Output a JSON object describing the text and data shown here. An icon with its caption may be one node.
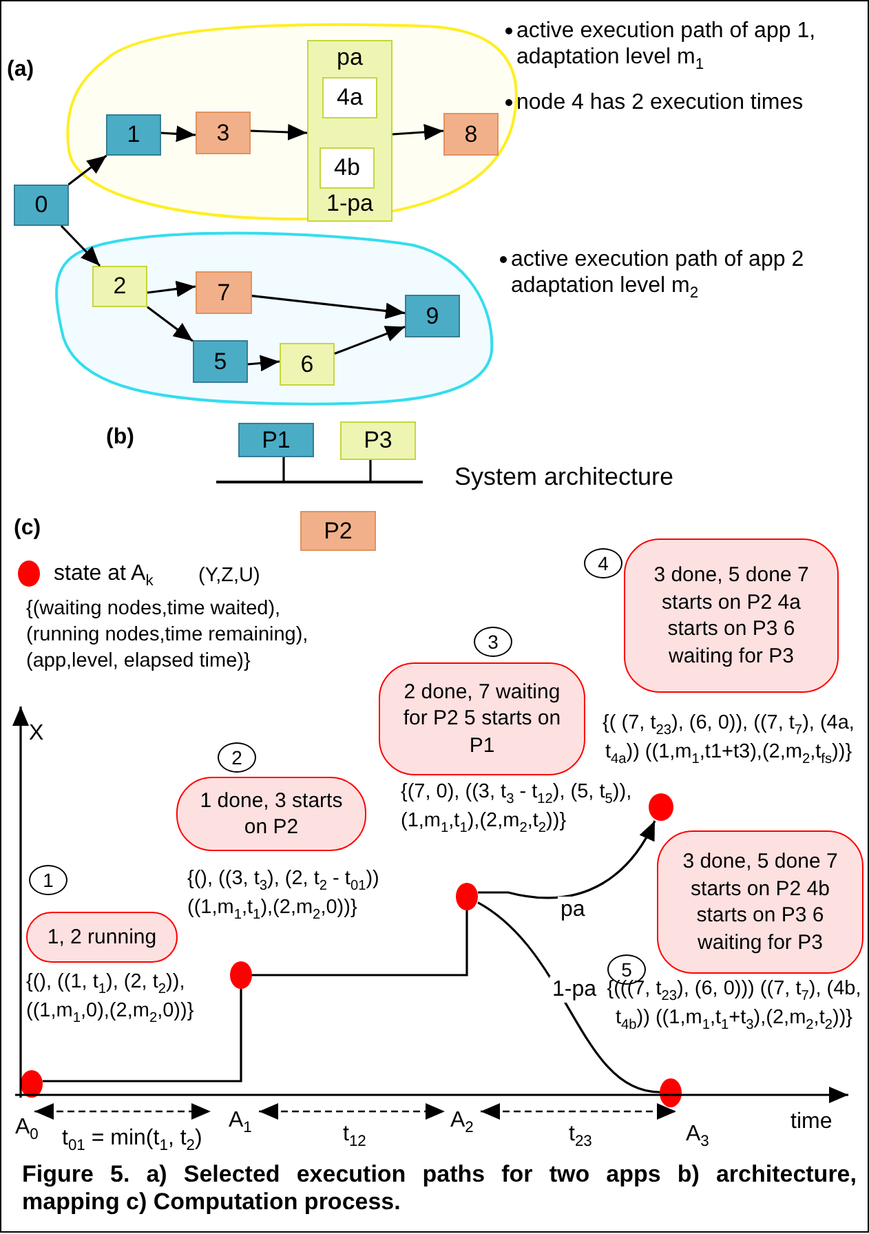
{
  "diagram": {
    "caption": "Figure 5. a) Selected execution paths for two apps b) architecture, mapping c) Computation process.",
    "nodes": [
      {
        "text": [
          "0"
        ]
      },
      {
        "text": [],
        "shape": "cloud"
      },
      {
        "text": [
          "1"
        ],
        "in": 1
      },
      {
        "text": [
          "3"
        ],
        "in": 1
      },
      {
        "text": [
          "pa",
          "1-pa"
        ],
        "in": 1
      },
      {
        "text": [
          "4a"
        ],
        "in": 4
      },
      {
        "text": [
          "4b"
        ],
        "in": 4
      },
      {
        "text": [
          "8"
        ],
        "in": 1
      },
      {
        "text": [],
        "shape": "cloud"
      },
      {
        "text": [
          "2"
        ],
        "in": 8
      },
      {
        "text": [
          "7"
        ],
        "in": 8
      },
      {
        "text": [
          "5"
        ],
        "in": 8
      },
      {
        "text": [
          "6"
        ],
        "in": 8
      },
      {
        "text": [
          "9"
        ],
        "in": 8
      },
      {
        "text": [
          "P1"
        ]
      },
      {
        "text": [
          "P3"
        ]
      },
      {
        "text": [],
        "shape": "bar"
      },
      {
        "text": [
          "P2"
        ]
      },
      {
        "text": [
          "1, 2 running"
        ],
        "beside": [
          "1"
        ]
      },
      {
        "text": [
          "1 done, 3 starts on P2"
        ],
        "beside": [
          "2"
        ]
      },
      {
        "text": [
          "2 done, 7 waiting for P2 5 starts on P1"
        ],
        "beside": [
          "3"
        ]
      },
      {
        "text": [
          "3 done, 5 done 7 starts on P2 4a starts on P3 6 waiting for P3"
        ],
        "beside": [
          "4"
        ]
      },
      {
        "text": [
          "3 done, 5 done 7 starts on P2 4b starts on P3 6 waiting for P3"
        ],
        "beside": [
          "5"
        ]
      },
      {
        "text": [],
        "shape": "circle"
      },
      {
        "text": [],
        "shape": "circle"
      },
      {
        "text": [],
        "shape": "circle"
      },
      {
        "text": [],
        "shape": "circle"
      },
      {
        "text": [],
        "shape": "circle"
      }
    ],
    "edges": [
      {
        "from": 0,
        "to": 2,
        "arrow": "to"
      },
      {
        "from": 2,
        "to": 3,
        "arrow": "to"
      },
      {
        "from": 3,
        "to": 4,
        "arrow": "to"
      },
      {
        "from": 4,
        "to": 7,
        "arrow": "to"
      },
      {
        "from": 0,
        "to": 9,
        "arrow": "to"
      },
      {
        "from": 9,
        "to": 10,
        "arrow": "to"
      },
      {
        "from": 9,
        "to": 11,
        "arrow": "to"
      },
      {
        "from": 11,
        "to": 12,
        "arrow": "to"
      },
      {
        "from": 10,
        "to": 13,
        "arrow": "to"
      },
      {
        "from": 12,
        "to": 13,
        "arrow": "to"
      },
      {
        "from": 14,
        "to": 16,
        "arrow": "none"
      },
      {
        "from": 15,
        "to": 16,
        "arrow": "none"
      },
      {
        "from": 23,
        "to": 24,
        "arrow": "none"
      },
      {
        "from": 24,
        "to": 25,
        "arrow": "none"
      },
      {
        "from": 25,
        "to": 26,
        "arrow": "to",
        "label": "pa"
      },
      {
        "from": 25,
        "to": 27,
        "arrow": "none",
        "label": "1-pa"
      }
    ],
    "labels": [
      "(a)",
      "active execution path of app 1, adaptation level m$_{1}$",
      "node 4 has 2 execution times",
      "active execution path of app 2 adaptation level m$_{2}$",
      "(b)",
      "System architecture",
      "(c)",
      "(Y,Z,U)",
      "{(waiting nodes,time waited), (running nodes,time remaining), (app,level, elapsed time)}",
      "{( (7, t$_{23}$), (6, 0)), ((7, t$_{7}$), (4a, t$_{4a}$)) ((1,m$_{1}$,t1+t3),(2,m$_{2}$,t$_{fs}$))}",
      "X",
      "{(7, 0), ((3, t$_{3}$ - t$_{12}$), (5, t$_{5}$)), (1,m$_{1}$,t$_{1}$),(2,m$_{2}$,t$_{2}$))}",
      "{(), ((3, t$_{3}$), (2, t$_{2}$ - t$_{01}$)) ((1,m$_{1}$,t$_{1}$),(2,m$_{2}$,0))}",
      "{(), ((1, t$_{1}$), (2, t$_{2}$)), ((1,m$_{1}$,0),(2,m$_{2}$,0))}",
      "{(((7, t$_{23}$), (6, 0))) ((7, t$_{7}$), (4b, t$_{4b}$)) ((1,m$_{1}$,t$_{1}$+t$_{3}$),(2,m$_{2}$,t$_{2}$))}",
      "A$_{0}$",
      "t$_{01}$ = min(t$_{1}$, t$_{2}$)",
      "A$_{1}$",
      "t$_{12}$",
      "A$_{2}$",
      "t$_{23}$",
      "A$_{3}$",
      "time"
    ],
    "legend": [
      {
        "text": "state at A$_{k}$",
        "color": "#ff0000"
      }
    ]
  }
}
